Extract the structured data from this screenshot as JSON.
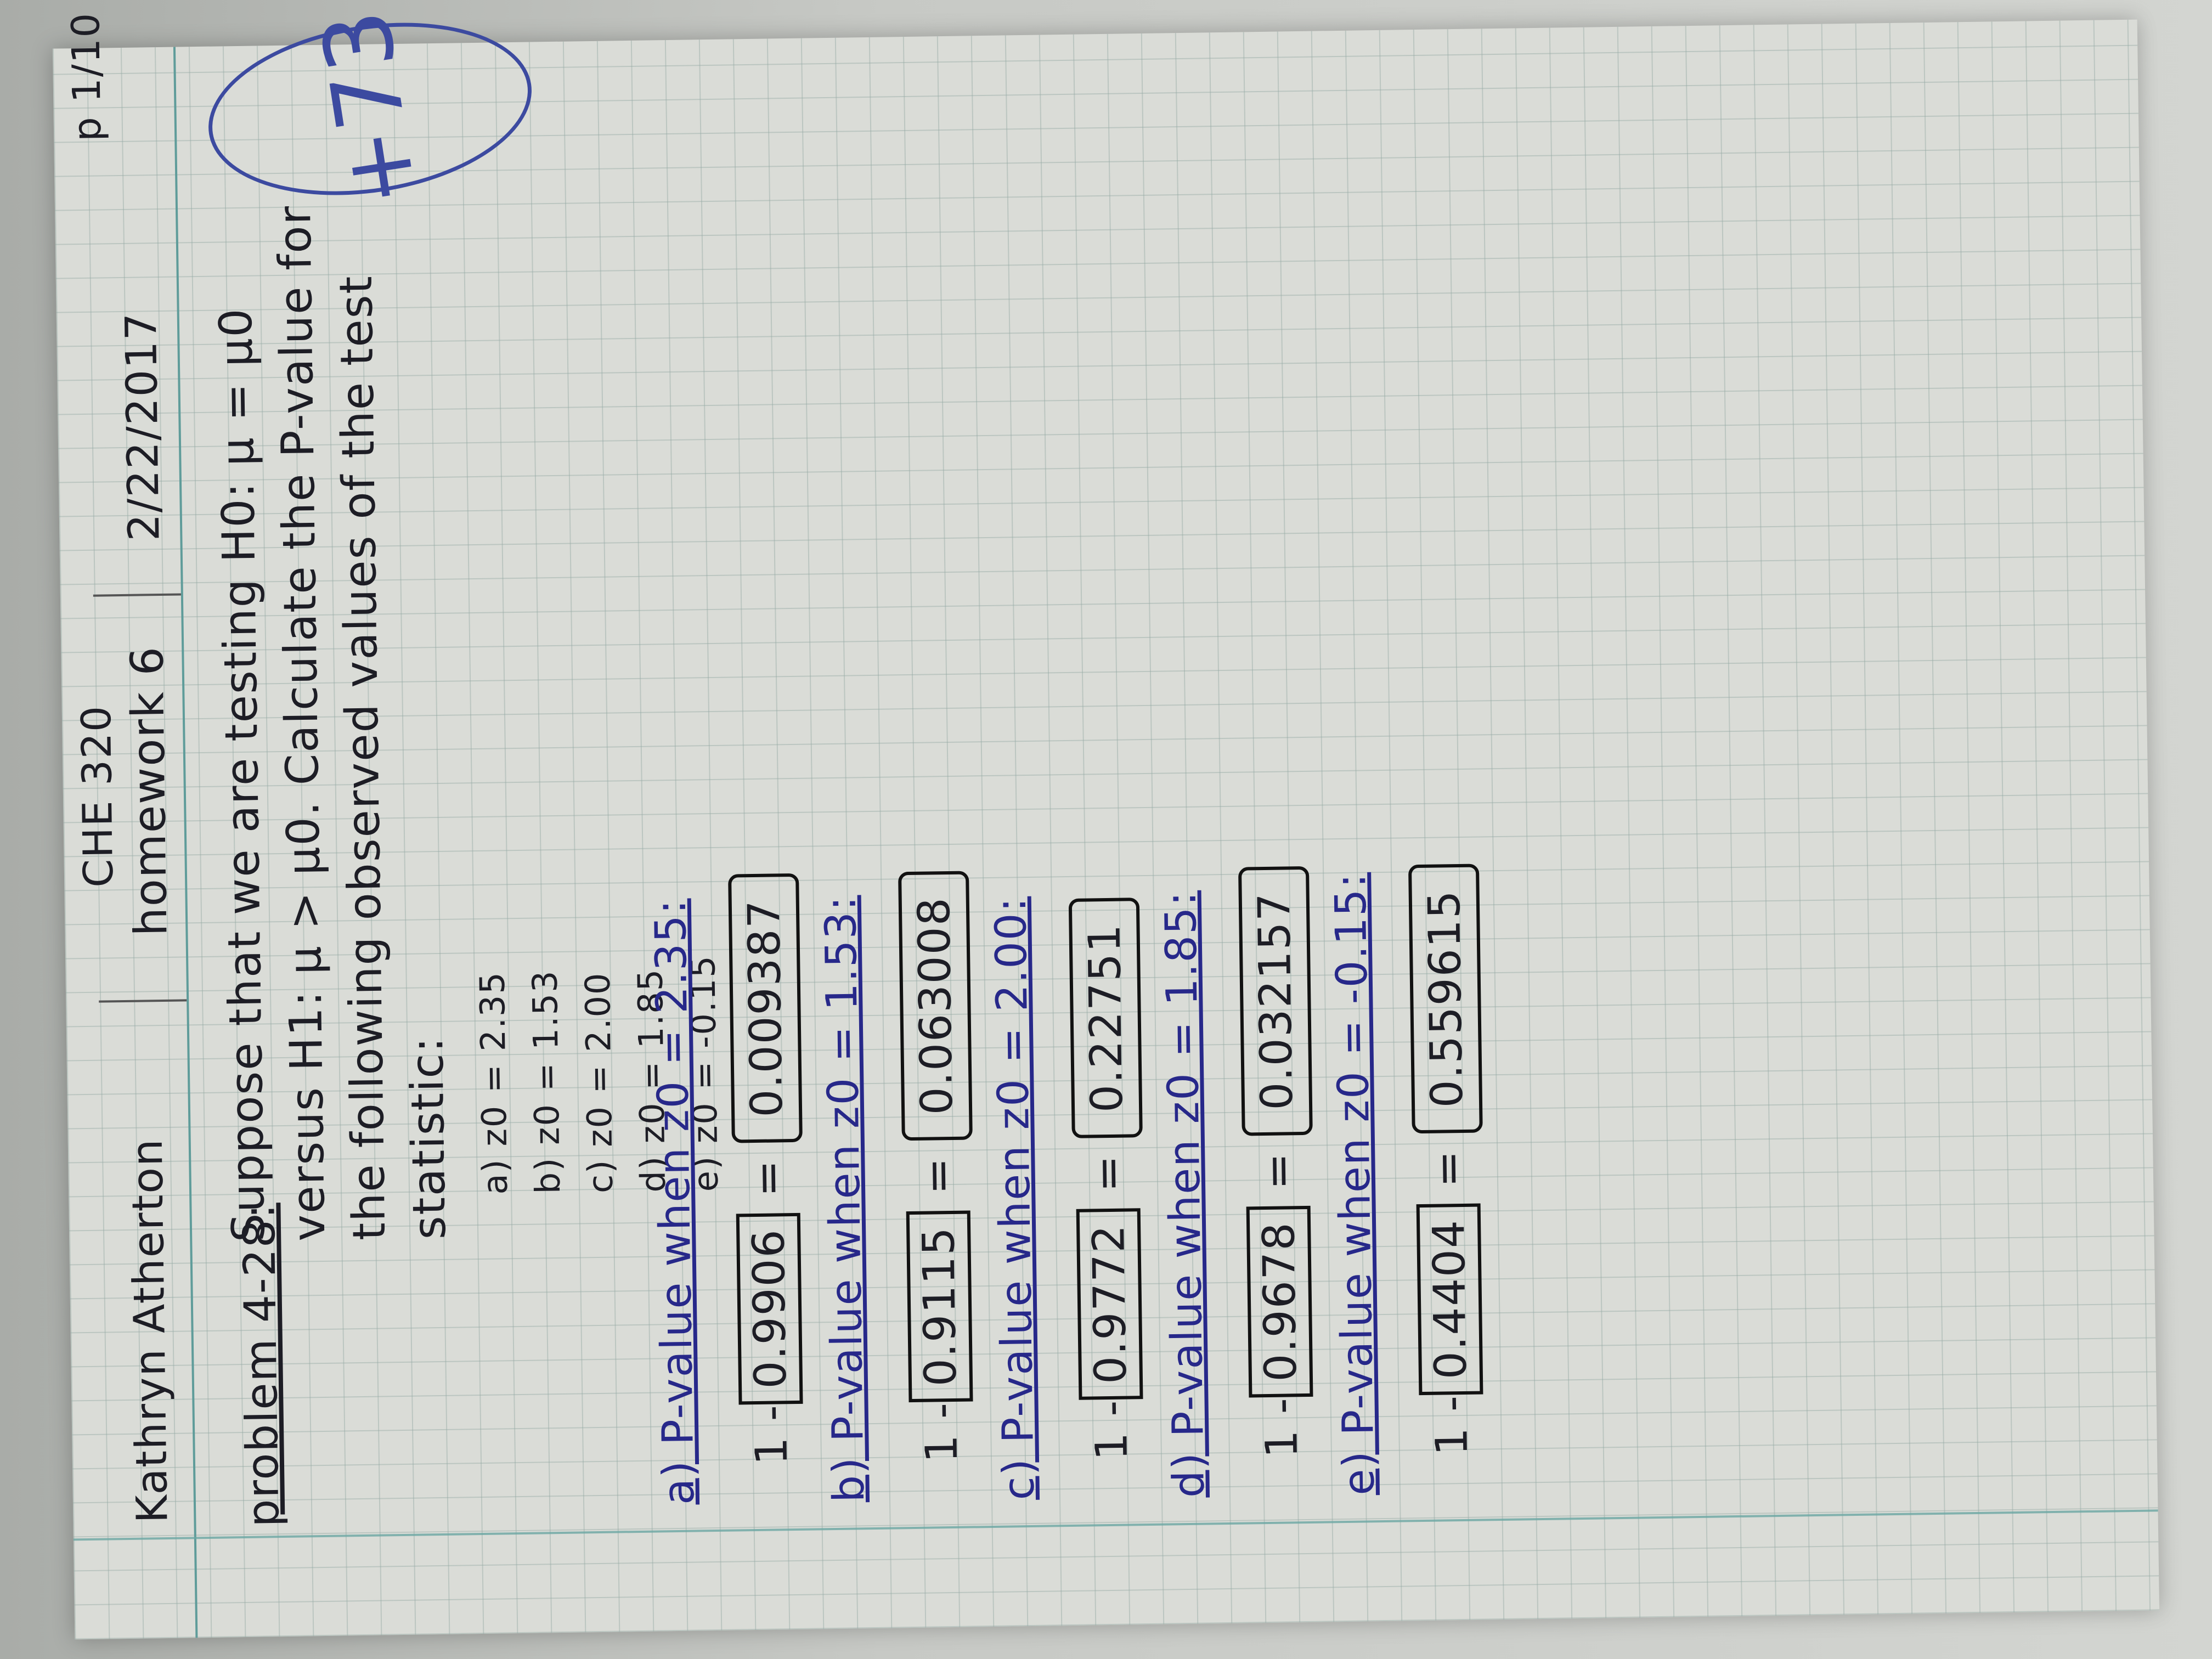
{
  "header": {
    "name": "Kathryn Atherton",
    "course": "CHE 320",
    "assignment": "homework 6",
    "date": "2/22/2017",
    "page": "p 1/10"
  },
  "problem": {
    "label": "problem 4-28:",
    "lines": [
      "Suppose that we are testing H0: μ = μ0",
      "versus H1: μ > μ0. Calculate the P-value for",
      "the following observed values of the test",
      "statistic:"
    ],
    "statistics": [
      "a) z0 = 2.35",
      "b) z0 = 1.53",
      "c) z0 = 2.00",
      "d) z0 = 1.85",
      "e) z0 = -0.15"
    ]
  },
  "grade": "+73",
  "parts": [
    {
      "label": "a) P-value when z0 = 2.35:",
      "prefix": "1 -",
      "table_value": "0.9906",
      "equals": "=",
      "result": "0.009387"
    },
    {
      "label": "b) P-value when z0 = 1.53:",
      "prefix": "1 -",
      "table_value": "0.9115",
      "equals": "=",
      "result": "0.063008"
    },
    {
      "label": "c) P-value when z0 = 2.00:",
      "prefix": "1 -",
      "table_value": "0.9772",
      "equals": "=",
      "result": "0.22751"
    },
    {
      "label": "d) P-value when z0 = 1.85:",
      "prefix": "1 -",
      "table_value": "0.9678",
      "equals": "=",
      "result": "0.032157"
    },
    {
      "label": "e) P-value when z0 = -0.15:",
      "prefix": "1 -",
      "table_value": "0.4404",
      "equals": "=",
      "result": "0.559615"
    }
  ]
}
